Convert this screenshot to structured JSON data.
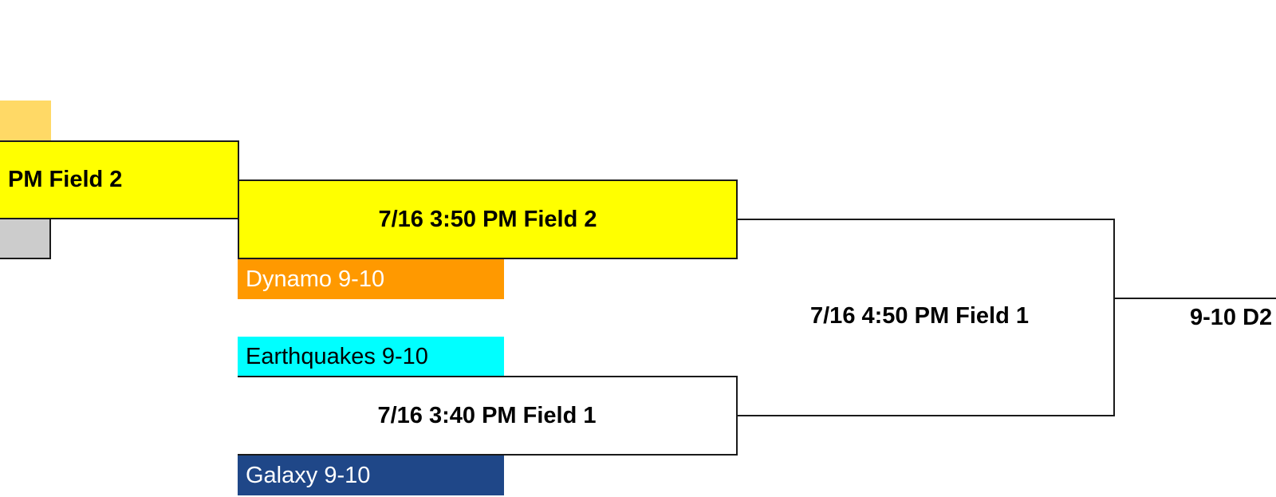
{
  "bracket": {
    "left_partial_match": {
      "label": "PM Field 2",
      "color": "#ffff00"
    },
    "left_partial_teams": [
      {
        "label": "",
        "color": "#ffd966"
      },
      {
        "label": "",
        "color": "#cccccc"
      }
    ],
    "match_a": {
      "label": "7/16 3:50 PM Field 2",
      "color": "#ffff00"
    },
    "team_dynamo": {
      "label": "Dynamo 9-10",
      "color": "#ff9900",
      "text_color": "#ffffff"
    },
    "team_earthquakes": {
      "label": "Earthquakes 9-10",
      "color": "#00ffff",
      "text_color": "#000000"
    },
    "match_b": {
      "label": "7/16 3:40 PM Field 1",
      "color": "#ffffff"
    },
    "team_galaxy": {
      "label": "Galaxy 9-10",
      "color": "#1f4788",
      "text_color": "#ffffff"
    },
    "match_final": {
      "label": "7/16 4:50 PM Field 1"
    },
    "champion_slot": {
      "label": "9-10 D2"
    }
  }
}
